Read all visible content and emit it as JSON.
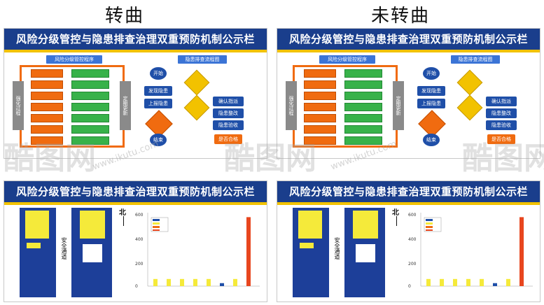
{
  "titles": {
    "left": "转曲",
    "right": "未转曲"
  },
  "top_panel": {
    "banner": "风险分级管控与隐患排查治理双重预防机制公示栏",
    "sub_left": "风险分级管控程序",
    "sub_right": "隐患排查流程图",
    "side_left": "强化过程",
    "side_right": "定期更新",
    "flow": {
      "start": "开始",
      "discover": "发现隐患",
      "report": "上报隐患",
      "confirm": "确认指派",
      "rectify": "隐患整改",
      "accept": "隐患验收",
      "qualified": "是否合格",
      "end": "结束"
    }
  },
  "bottom_panel": {
    "banner": "风险分级管控与隐患排查治理双重预防机制公示栏",
    "north": "北",
    "aisle": "安全通道",
    "chart": {
      "yticks": [
        "600",
        "400",
        "200",
        "0"
      ],
      "bars": [
        {
          "color": "#f5ea3a",
          "value": 60
        },
        {
          "color": "#f5ea3a",
          "value": 60
        },
        {
          "color": "#f5ea3a",
          "value": 60
        },
        {
          "color": "#f5ea3a",
          "value": 60
        },
        {
          "color": "#f5ea3a",
          "value": 60
        },
        {
          "color": "#1f4fa8",
          "value": 25
        },
        {
          "color": "#f5ea3a",
          "value": 60
        },
        {
          "color": "#e8461f",
          "value": 580
        }
      ],
      "ymax": 600
    }
  },
  "watermark": {
    "brand": "酷图网",
    "url": "www.ikutu.com"
  },
  "colors": {
    "navy": "#1a3e8c",
    "orange": "#f06b10",
    "green": "#38b24a",
    "yellow": "#f5ea3a",
    "red": "#e8461f"
  }
}
